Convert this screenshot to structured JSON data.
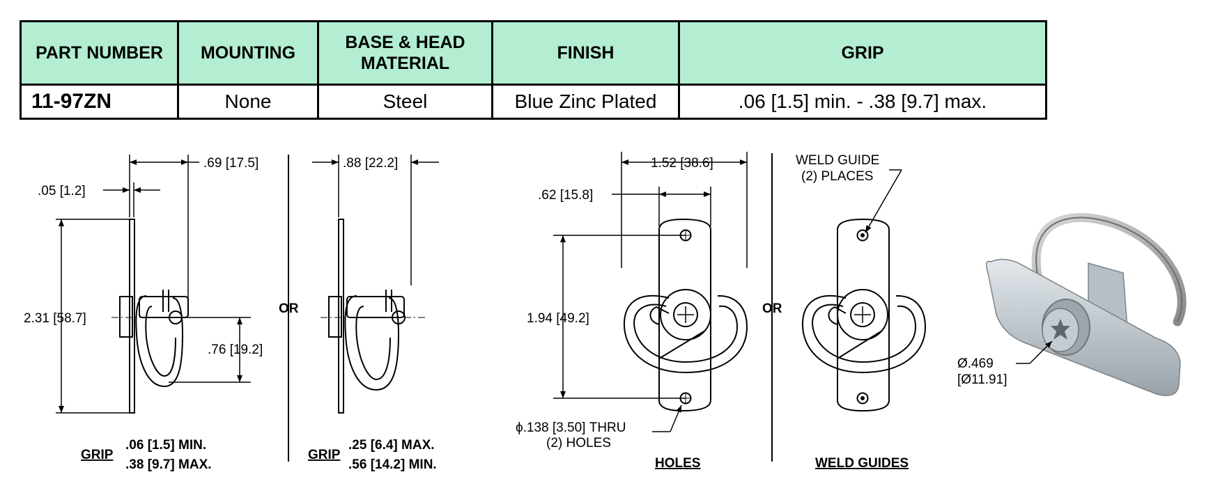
{
  "table": {
    "headers": [
      "PART NUMBER",
      "MOUNTING",
      "BASE & HEAD",
      "MATERIAL",
      "FINISH",
      "GRIP"
    ],
    "row": {
      "part_number": "11-97ZN",
      "mounting": "None",
      "material": "Steel",
      "finish": "Blue Zinc Plated",
      "grip": ".06 [1.5] min. - .38 [9.7] max."
    },
    "header_color": "#b3eed2"
  },
  "view1": {
    "dim_top": ".69 [17.5]",
    "dim_thickness": ".05 [1.2]",
    "dim_height": "2.31 [58.7]",
    "dim_offset": ".76 [19.2]",
    "grip_label": "GRIP",
    "grip_min": ".06 [1.5] MIN.",
    "grip_max": ".38 [9.7] MAX."
  },
  "or_label": "OR",
  "view2": {
    "dim_top": ".88 [22.2]",
    "grip_label": "GRIP",
    "grip_max": ".25 [6.4] MAX.",
    "grip_min": ".56 [14.2] MIN."
  },
  "holes_view": {
    "dim_width": "1.52 [38.6]",
    "dim_inner": ".62 [15.8]",
    "dim_spacing": "1.94 [49.2]",
    "hole_note_line1": "ϕ.138 [3.50]  THRU",
    "hole_note_line2": "(2) HOLES",
    "caption": "HOLES"
  },
  "weld_view": {
    "note_line1": "WELD GUIDE",
    "note_line2": "(2) PLACES",
    "caption": "WELD GUIDES"
  },
  "photo": {
    "dia_line1": "Ø.469",
    "dia_line2": "[Ø11.91]"
  }
}
